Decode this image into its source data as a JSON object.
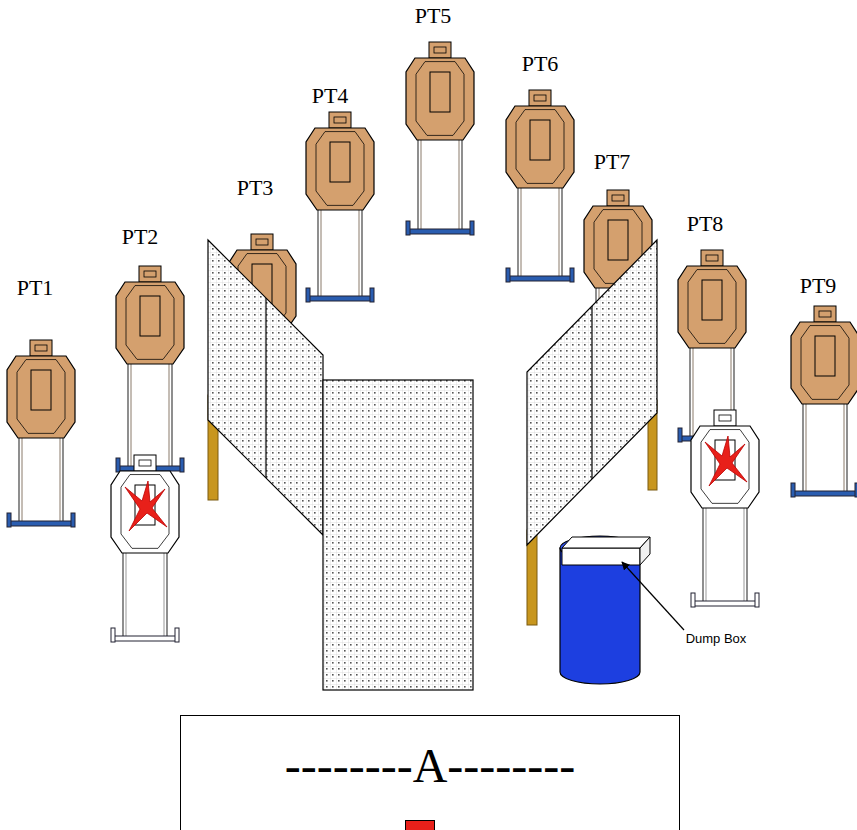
{
  "diagram": {
    "nodes": [
      {
        "text": [
          "--------A--------"
        ]
      }
    ],
    "labels": [
      "PT1",
      "PT2",
      "PT3",
      "PT4",
      "PT5",
      "PT6",
      "PT7",
      "PT8",
      "PT9",
      "Dump Box"
    ]
  }
}
